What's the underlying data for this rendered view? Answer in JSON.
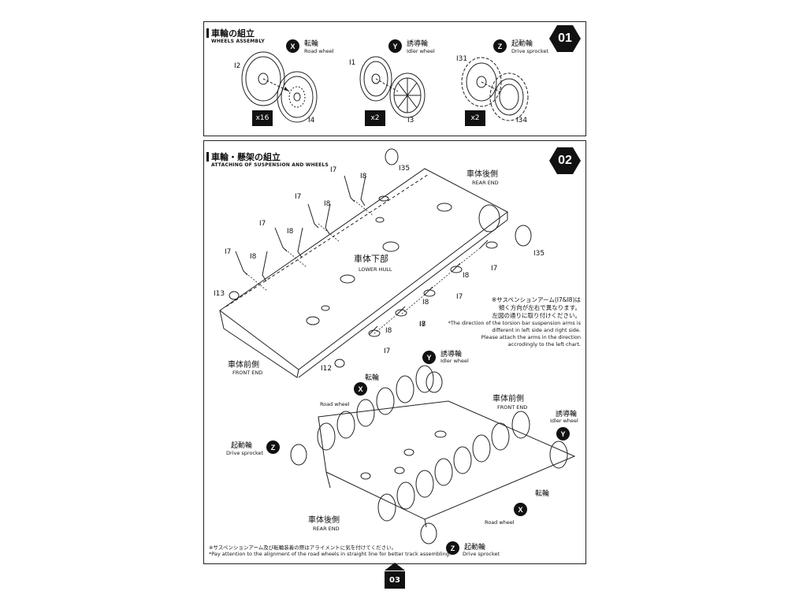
{
  "step1": {
    "number": "01",
    "title_jp": "車輪の組立",
    "title_en": "WHEELS ASSEMBLY",
    "groups": [
      {
        "badge": "X",
        "name_jp": "転輪",
        "name_en": "Road wheel",
        "part_a": "I2",
        "part_b": "I4",
        "qty": "x16"
      },
      {
        "badge": "Y",
        "name_jp": "誘導輪",
        "name_en": "Idler wheel",
        "part_a": "I1",
        "part_b": "I3",
        "qty": "x2"
      },
      {
        "badge": "Z",
        "name_jp": "起動輪",
        "name_en": "Drive sprocket",
        "part_a": "I31",
        "part_b": "I34",
        "qty": "x2"
      }
    ]
  },
  "step2": {
    "number": "02",
    "title_jp": "車輪・懸架の組立",
    "title_en": "ATTACHING OF SUSPENSION AND WHEELS",
    "upper": {
      "rear_jp": "車体後側",
      "rear_en": "REAR END",
      "hull_jp": "車体下部",
      "hull_en": "LOWER HULL",
      "front_jp": "車体前側",
      "front_en": "FRONT END",
      "parts": {
        "i7": "I7",
        "i8": "I8",
        "i35": "I35",
        "i13": "I13",
        "i12": "I12"
      },
      "note_jp_1": "※サスペンションアーム(I7&I8)は",
      "note_jp_2": "傾く方向が左右で異なります。",
      "note_jp_3": "左図の通りに取り付けください。",
      "note_en_1": "*The direction of the torsion bar suspension arms is",
      "note_en_2": "different in left side and right side.",
      "note_en_3": "Please attach the arms in the direction",
      "note_en_4": "accrodingly to the left chart."
    },
    "lower": {
      "idler_top_jp": "誘導輪",
      "idler_top_en": "Idler wheel",
      "road_top_jp": "転輪",
      "road_top_en": "Road wheel",
      "front_jp": "車体前側",
      "front_en": "FRONT END",
      "idler_right_jp": "誘導輪",
      "idler_right_en": "Idler wheel",
      "sprocket_left_jp": "起動輪",
      "sprocket_left_en": "Drive sprocket",
      "rear_jp": "車体後側",
      "rear_en": "REAR END",
      "road_bottom_jp": "転輪",
      "road_bottom_en": "Road wheel",
      "sprocket_bottom_jp": "起動輪",
      "sprocket_bottom_en": "Drive sprocket",
      "badge_x": "X",
      "badge_y": "Y",
      "badge_z": "Z"
    },
    "footnote_jp": "※サスペンションアーム及び転輪装着の際はアライメントに気を付けてください。",
    "footnote_en": "*Pay attention to the alignment of the road wheels in straight line for better track assembling."
  },
  "page_number": "03"
}
